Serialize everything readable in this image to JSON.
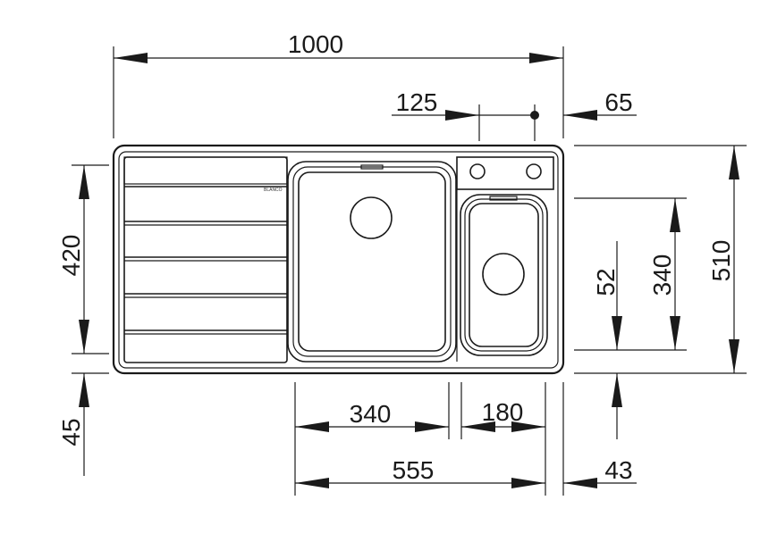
{
  "brand_text": "BLANCO",
  "dimensions": {
    "overall_width": "1000",
    "tap_hole_offset_left": "125",
    "tap_hole_offset_right": "65",
    "overall_depth": "510",
    "drainer_depth": "420",
    "bottom_margin_left": "45",
    "small_bowl_depth": "340",
    "small_bowl_offset": "52",
    "main_bowl_width": "340",
    "small_bowl_width": "180",
    "bowls_total_width": "555",
    "right_margin": "43"
  }
}
